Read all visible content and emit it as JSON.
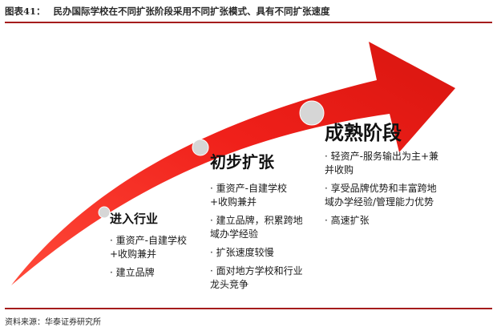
{
  "header": {
    "label": "图表41：",
    "title": "民办国际学校在不同扩张阶段采用不同扩张模式、具有不同扩张速度"
  },
  "colors": {
    "accent": "#a51c1c",
    "arrow_light": "#ff3b2e",
    "arrow_dark": "#c8130e",
    "dot": "#d4d4d4"
  },
  "stages": [
    {
      "title": "进入行业",
      "bullets": [
        "重资产-自建学校+收购兼并",
        "建立品牌"
      ]
    },
    {
      "title": "初步扩张",
      "bullets": [
        "重资产-自建学校+收购兼并",
        "建立品牌，积累跨地域办学经验",
        "扩张速度较慢",
        "面对地方学校和行业龙头竞争"
      ]
    },
    {
      "title": "成熟阶段",
      "bullets": [
        "轻资产-服务输出为主+兼并收购",
        "享受品牌优势和丰富跨地域办学经验/管理能力优势",
        "高速扩张"
      ]
    }
  ],
  "source": "资料来源：华泰证券研究所"
}
